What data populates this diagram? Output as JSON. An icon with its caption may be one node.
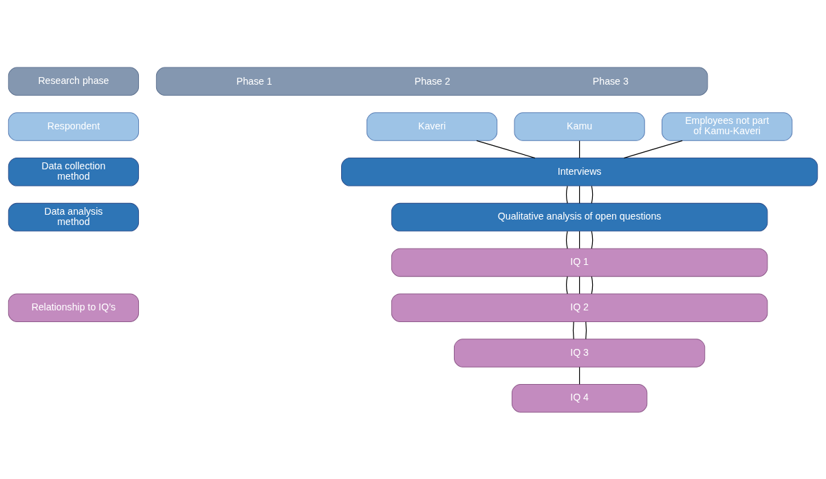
{
  "diagram": {
    "nodes": [
      {
        "text": [
          "Research phase"
        ]
      },
      {
        "text": [
          "Phase 1",
          "Phase 2",
          "Phase 3"
        ]
      },
      {
        "text": [
          "Respondent"
        ]
      },
      {
        "text": [
          "Kamu"
        ]
      },
      {
        "text": [
          "Kaveri"
        ]
      },
      {
        "text": [
          "Employees not part of Kamu-Kaveri"
        ]
      },
      {
        "text": [
          "Data collection method"
        ]
      },
      {
        "text": [
          "Interviews"
        ]
      },
      {
        "text": [
          "Data analysis method"
        ]
      },
      {
        "text": [
          "Qualitative analysis of open questions"
        ]
      },
      {
        "text": [
          "IQ 1"
        ]
      },
      {
        "text": [
          "IQ 2"
        ]
      },
      {
        "text": [
          "Relationship to IQ’s"
        ]
      },
      {
        "text": [
          "IQ 3"
        ]
      },
      {
        "text": [
          "IQ 4"
        ]
      }
    ],
    "edges": [
      {
        "from": 3,
        "to": 7,
        "arrow": "none"
      },
      {
        "from": 4,
        "to": 7,
        "arrow": "none"
      },
      {
        "from": 5,
        "to": 7,
        "arrow": "none"
      },
      {
        "from": 7,
        "to": 9,
        "arrow": "none"
      },
      {
        "from": 7,
        "to": 9,
        "arrow": "none"
      },
      {
        "from": 7,
        "to": 9,
        "arrow": "none"
      },
      {
        "from": 9,
        "to": 10,
        "arrow": "none"
      },
      {
        "from": 9,
        "to": 10,
        "arrow": "none"
      },
      {
        "from": 9,
        "to": 10,
        "arrow": "none"
      },
      {
        "from": 10,
        "to": 11,
        "arrow": "none"
      },
      {
        "from": 10,
        "to": 11,
        "arrow": "none"
      },
      {
        "from": 10,
        "to": 11,
        "arrow": "none"
      },
      {
        "from": 11,
        "to": 13,
        "arrow": "none"
      },
      {
        "from": 11,
        "to": 13,
        "arrow": "none"
      },
      {
        "from": 13,
        "to": 14,
        "arrow": "none"
      }
    ]
  }
}
